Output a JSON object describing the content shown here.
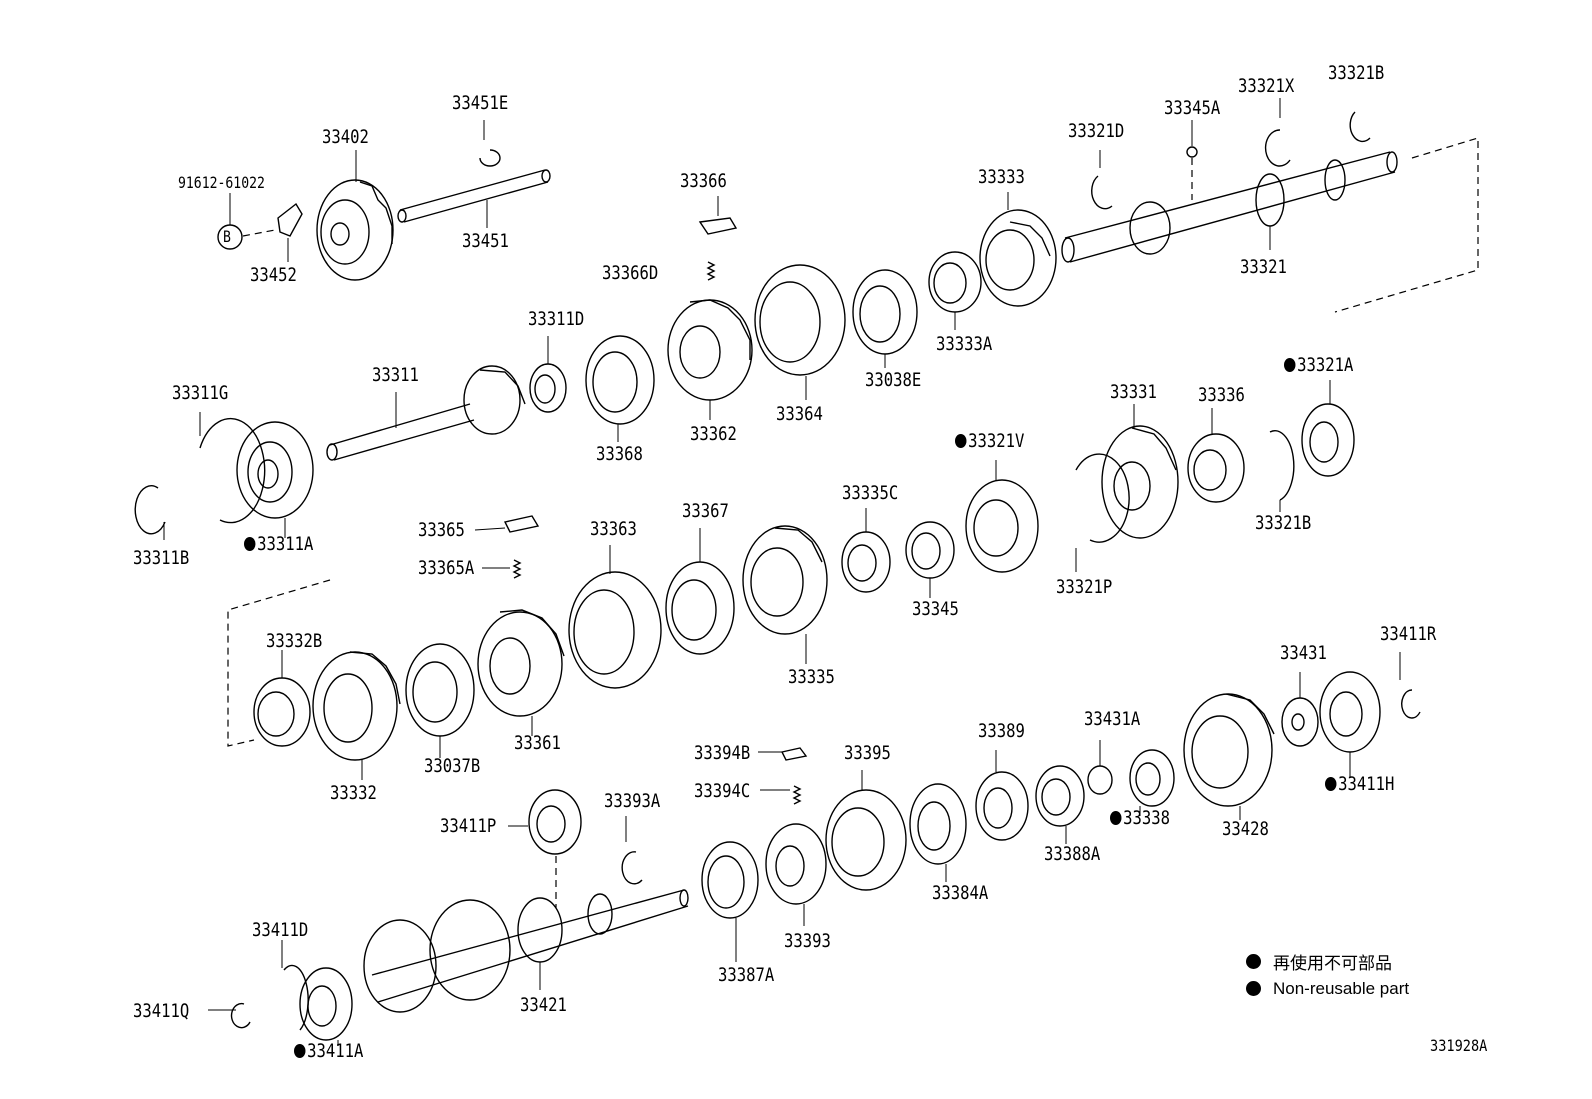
{
  "labels": [
    {
      "id": "91612-61022",
      "text": "91612-61022",
      "small": true,
      "dot": false
    },
    {
      "id": "33402",
      "text": "33402",
      "dot": false
    },
    {
      "id": "33451E",
      "text": "33451E",
      "dot": false
    },
    {
      "id": "33451",
      "text": "33451",
      "dot": false
    },
    {
      "id": "33452",
      "text": "33452",
      "dot": false
    },
    {
      "id": "33366",
      "text": "33366",
      "dot": false
    },
    {
      "id": "33366D",
      "text": "33366D",
      "dot": false
    },
    {
      "id": "33333",
      "text": "33333",
      "dot": false
    },
    {
      "id": "33321D",
      "text": "33321D",
      "dot": false
    },
    {
      "id": "33345A",
      "text": "33345A",
      "dot": false
    },
    {
      "id": "33321X",
      "text": "33321X",
      "dot": false
    },
    {
      "id": "33321B-top",
      "text": "33321B",
      "dot": false
    },
    {
      "id": "33321",
      "text": "33321",
      "dot": false
    },
    {
      "id": "33333A",
      "text": "33333A",
      "dot": false
    },
    {
      "id": "33038E",
      "text": "33038E",
      "dot": false
    },
    {
      "id": "33364",
      "text": "33364",
      "dot": false
    },
    {
      "id": "33362",
      "text": "33362",
      "dot": false
    },
    {
      "id": "33368",
      "text": "33368",
      "dot": false
    },
    {
      "id": "33311D",
      "text": "33311D",
      "dot": false
    },
    {
      "id": "33311",
      "text": "33311",
      "dot": false
    },
    {
      "id": "33311G",
      "text": "33311G",
      "dot": false
    },
    {
      "id": "33311B",
      "text": "33311B",
      "dot": false
    },
    {
      "id": "33311A",
      "text": "33311A",
      "dot": true
    },
    {
      "id": "33331",
      "text": "33331",
      "dot": false
    },
    {
      "id": "33336",
      "text": "33336",
      "dot": false
    },
    {
      "id": "33321A",
      "text": "33321A",
      "dot": true
    },
    {
      "id": "33321V",
      "text": "33321V",
      "dot": true
    },
    {
      "id": "33321B-mid",
      "text": "33321B",
      "dot": false
    },
    {
      "id": "33321P",
      "text": "33321P",
      "dot": false
    },
    {
      "id": "33345",
      "text": "33345",
      "dot": false
    },
    {
      "id": "33335C",
      "text": "33335C",
      "dot": false
    },
    {
      "id": "33335",
      "text": "33335",
      "dot": false
    },
    {
      "id": "33367",
      "text": "33367",
      "dot": false
    },
    {
      "id": "33363",
      "text": "33363",
      "dot": false
    },
    {
      "id": "33365",
      "text": "33365",
      "dot": false
    },
    {
      "id": "33365A",
      "text": "33365A",
      "dot": false
    },
    {
      "id": "33332B",
      "text": "33332B",
      "dot": false
    },
    {
      "id": "33332",
      "text": "33332",
      "dot": false
    },
    {
      "id": "33037B",
      "text": "33037B",
      "dot": false
    },
    {
      "id": "33361",
      "text": "33361",
      "dot": false
    },
    {
      "id": "33431",
      "text": "33431",
      "dot": false
    },
    {
      "id": "33411R",
      "text": "33411R",
      "dot": false
    },
    {
      "id": "33411H",
      "text": "33411H",
      "dot": true
    },
    {
      "id": "33428",
      "text": "33428",
      "dot": false
    },
    {
      "id": "33338",
      "text": "33338",
      "dot": true
    },
    {
      "id": "33431A",
      "text": "33431A",
      "dot": false
    },
    {
      "id": "33389",
      "text": "33389",
      "dot": false
    },
    {
      "id": "33388A",
      "text": "33388A",
      "dot": false
    },
    {
      "id": "33395",
      "text": "33395",
      "dot": false
    },
    {
      "id": "33384A",
      "text": "33384A",
      "dot": false
    },
    {
      "id": "33394B",
      "text": "33394B",
      "dot": false
    },
    {
      "id": "33394C",
      "text": "33394C",
      "dot": false
    },
    {
      "id": "33393",
      "text": "33393",
      "dot": false
    },
    {
      "id": "33393A",
      "text": "33393A",
      "dot": false
    },
    {
      "id": "33387A",
      "text": "33387A",
      "dot": false
    },
    {
      "id": "33411P",
      "text": "33411P",
      "dot": false
    },
    {
      "id": "33421",
      "text": "33421",
      "dot": false
    },
    {
      "id": "33411D",
      "text": "33411D",
      "dot": false
    },
    {
      "id": "33411Q",
      "text": "33411Q",
      "dot": false
    },
    {
      "id": "33411A",
      "text": "33411A",
      "dot": true
    }
  ],
  "ref_marker": "B",
  "legend": [
    {
      "text": "再使用不可部品"
    },
    {
      "text": "Non-reusable part"
    }
  ],
  "figure_code": "331928A"
}
